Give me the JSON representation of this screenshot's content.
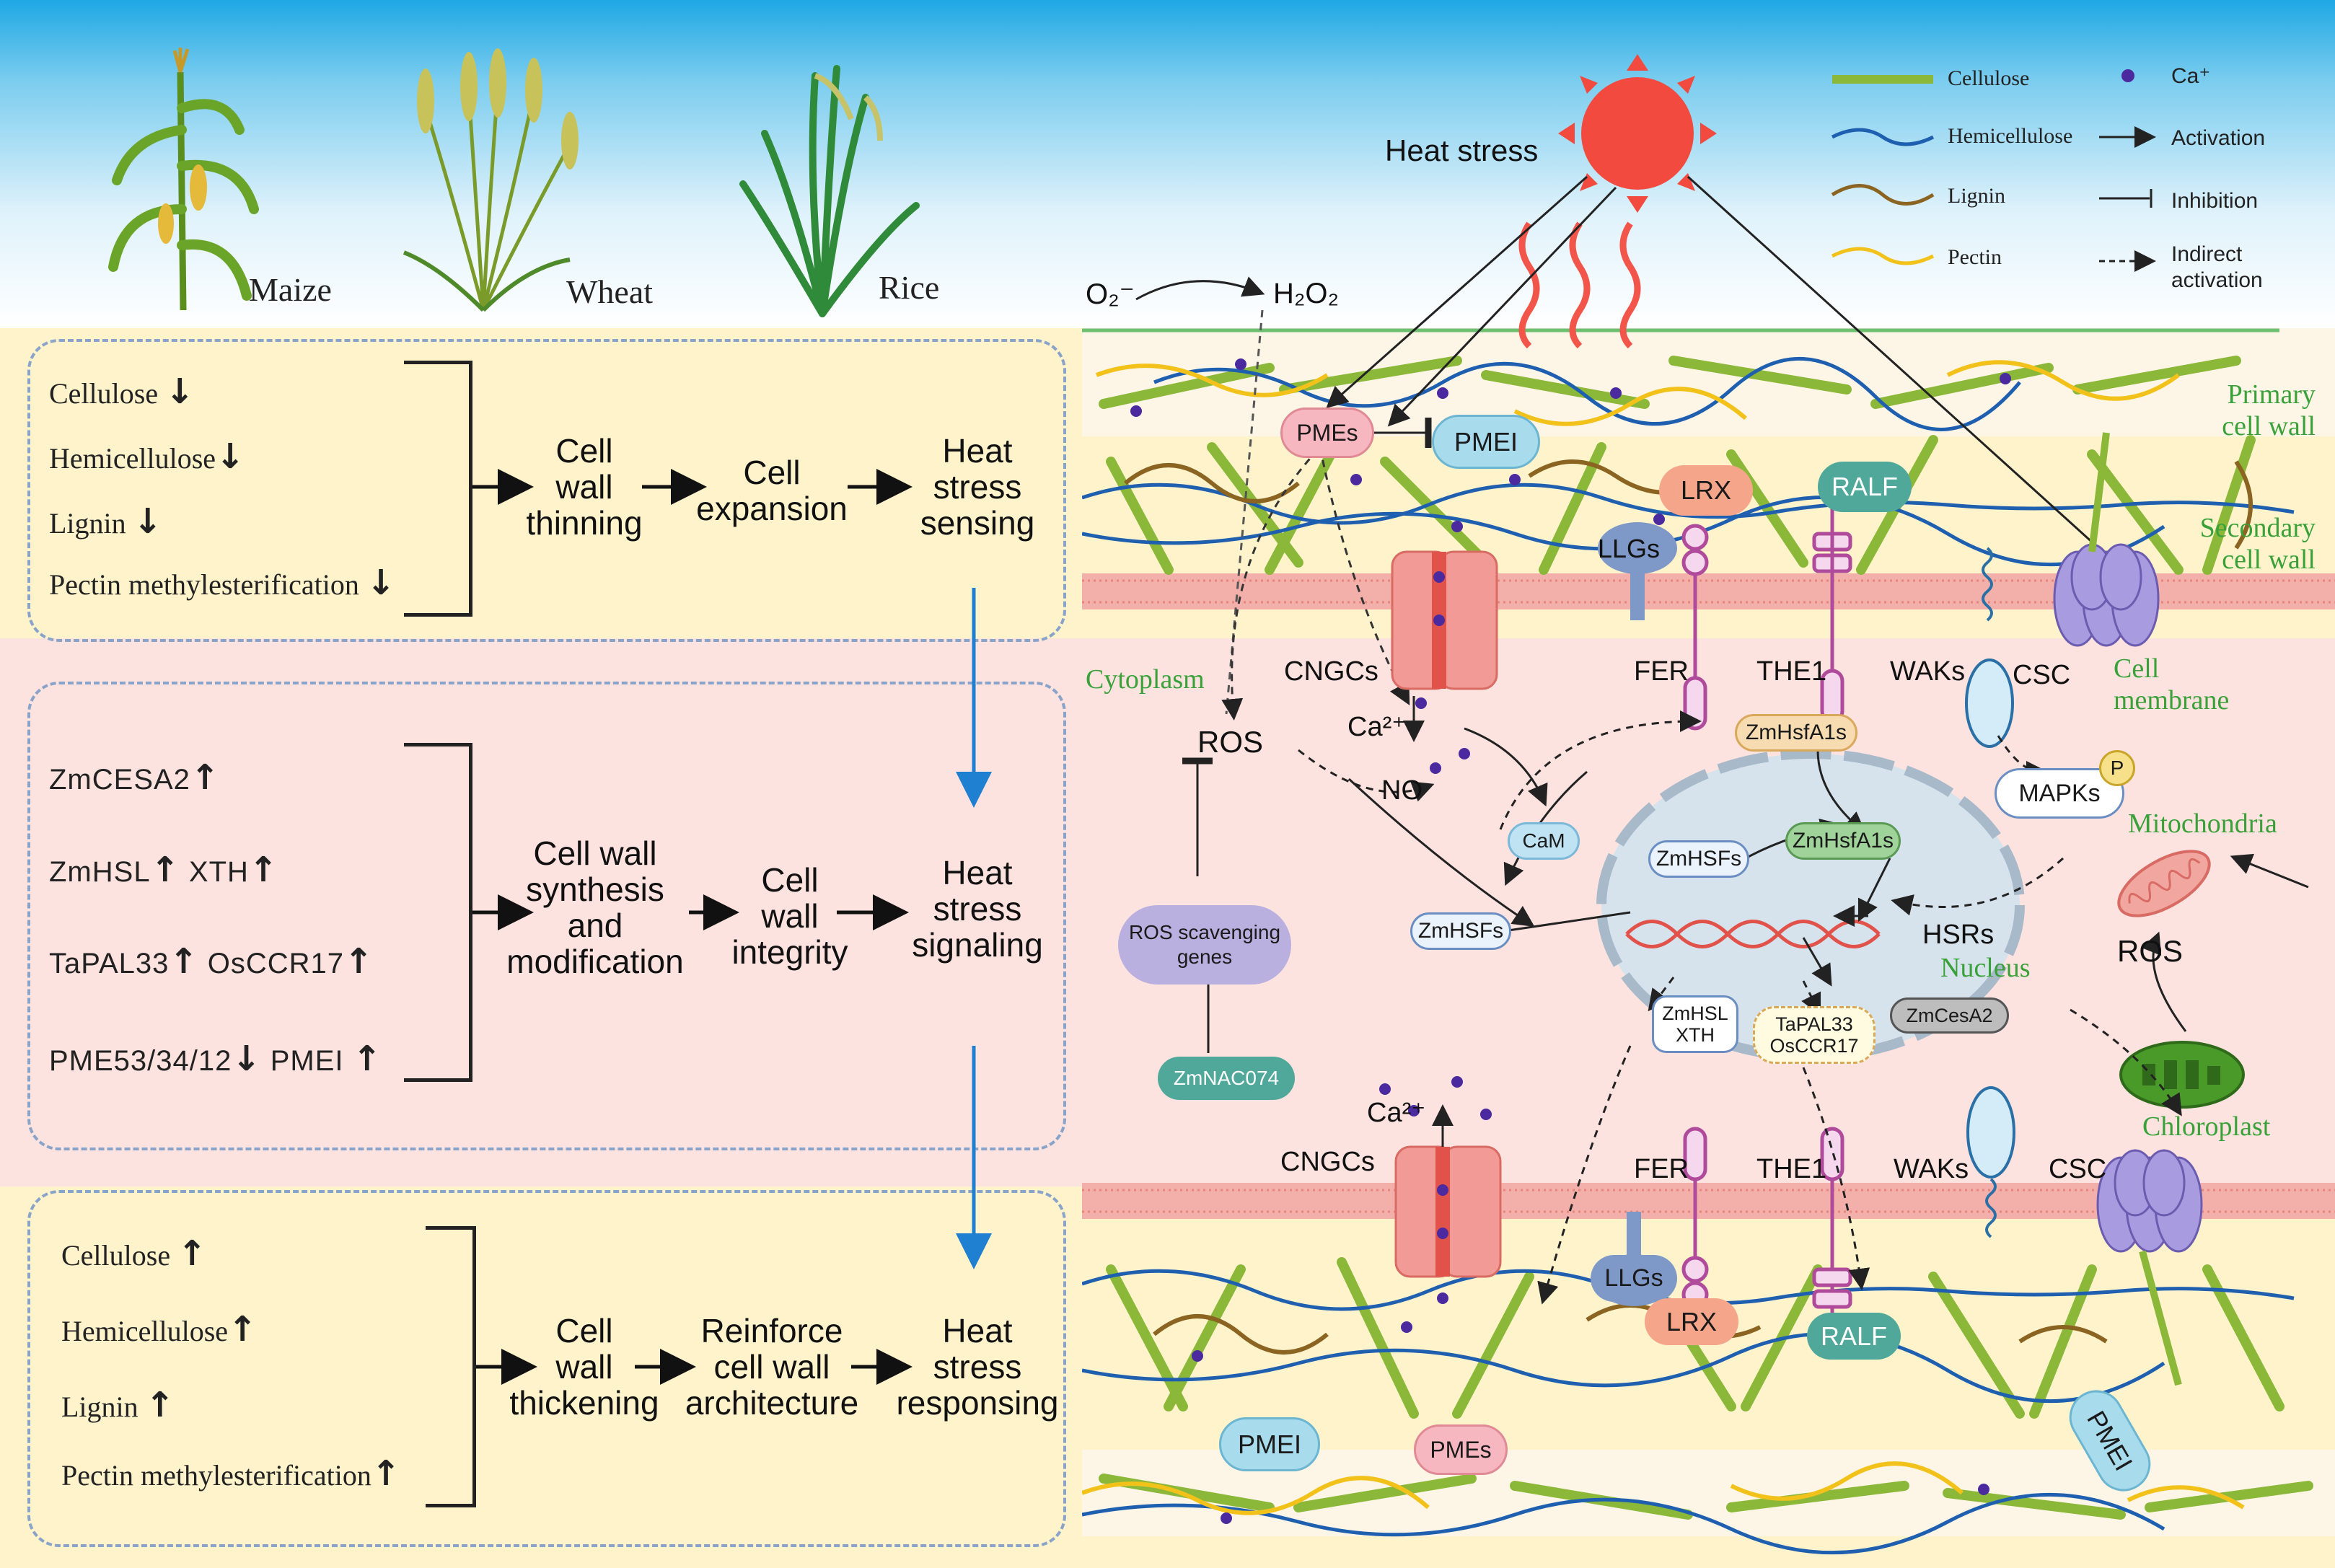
{
  "crops": {
    "maize": "Maize",
    "wheat": "Wheat",
    "rice": "Rice"
  },
  "stage1": {
    "components": [
      "Cellulose",
      "Hemicellulose",
      "Lignin",
      "Pectin methylesterification"
    ],
    "steps": [
      "Cell\nwall\nthinning",
      "Cell\nexpansion",
      "Heat\nstress\nsensing"
    ]
  },
  "stage2": {
    "genes": {
      "cesa2": "ZmCESA2",
      "hsl": "ZmHSL",
      "xth": "XTH",
      "pal33": "TaPAL33",
      "ccr17": "OsCCR17",
      "pme": "PME53/34/12",
      "pmei": "PMEI"
    },
    "steps": [
      "Cell wall\nsynthesis\nand\nmodification",
      "Cell\nwall\nintegrity",
      "Heat\nstress\nsignaling"
    ]
  },
  "stage3": {
    "components": [
      "Cellulose",
      "Hemicellulose",
      "Lignin",
      "Pectin methylesterification"
    ],
    "steps": [
      "Cell\nwall\nthickening",
      "Reinforce\ncell wall\narchitecture",
      "Heat\nstress\nresponsing"
    ]
  },
  "heat": {
    "label": "Heat stress"
  },
  "legend": {
    "cellulose": "Cellulose",
    "hemicellulose": "Hemicellulose",
    "lignin": "Lignin",
    "pectin": "Pectin",
    "ca": "Ca⁺",
    "activation": "Activation",
    "inhibition": "Inhibition",
    "indirect": "Indirect\nactivation",
    "colors": {
      "cellulose": "#8cb83a",
      "hemicellulose": "#1f5fb0",
      "lignin": "#8a6420",
      "pectin": "#f2c21b",
      "ca": "#4b2aa0"
    }
  },
  "cell": {
    "o2": "O₂⁻",
    "h2o2": "H₂O₂",
    "primary_wall": "Primary\ncell wall",
    "secondary_wall": "Secondary\ncell wall",
    "cell_membrane": "Cell\nmembrane",
    "cytoplasm": "Cytoplasm",
    "mitochondria": "Mitochondria",
    "chloroplast": "Chloroplast",
    "nucleus": "Nucleus",
    "pmes": "PMEs",
    "pmei": "PMEI",
    "lrx": "LRX",
    "ralf": "RALF",
    "llgs": "LLGs",
    "cngcs": "CNGCs",
    "fer": "FER",
    "the1": "THE1",
    "waks": "WAKs",
    "csc": "CSC",
    "ros": "ROS",
    "ca2": "Ca²⁺",
    "no": "NO",
    "cam": "CaM",
    "zmhsfa1s": "ZmHsfA1s",
    "zmhsfs": "ZmHSFs",
    "mapks": "MAPKs",
    "p": "P",
    "ros_genes": "ROS scavenging\ngenes",
    "zmnac074": "ZmNAC074",
    "hsrs": "HSRs",
    "zmhsl_xth": "ZmHSL\nXTH",
    "tapal33_osccr17": "TaPAL33\nOsCCR17",
    "zmcesa2": "ZmCesA2"
  }
}
